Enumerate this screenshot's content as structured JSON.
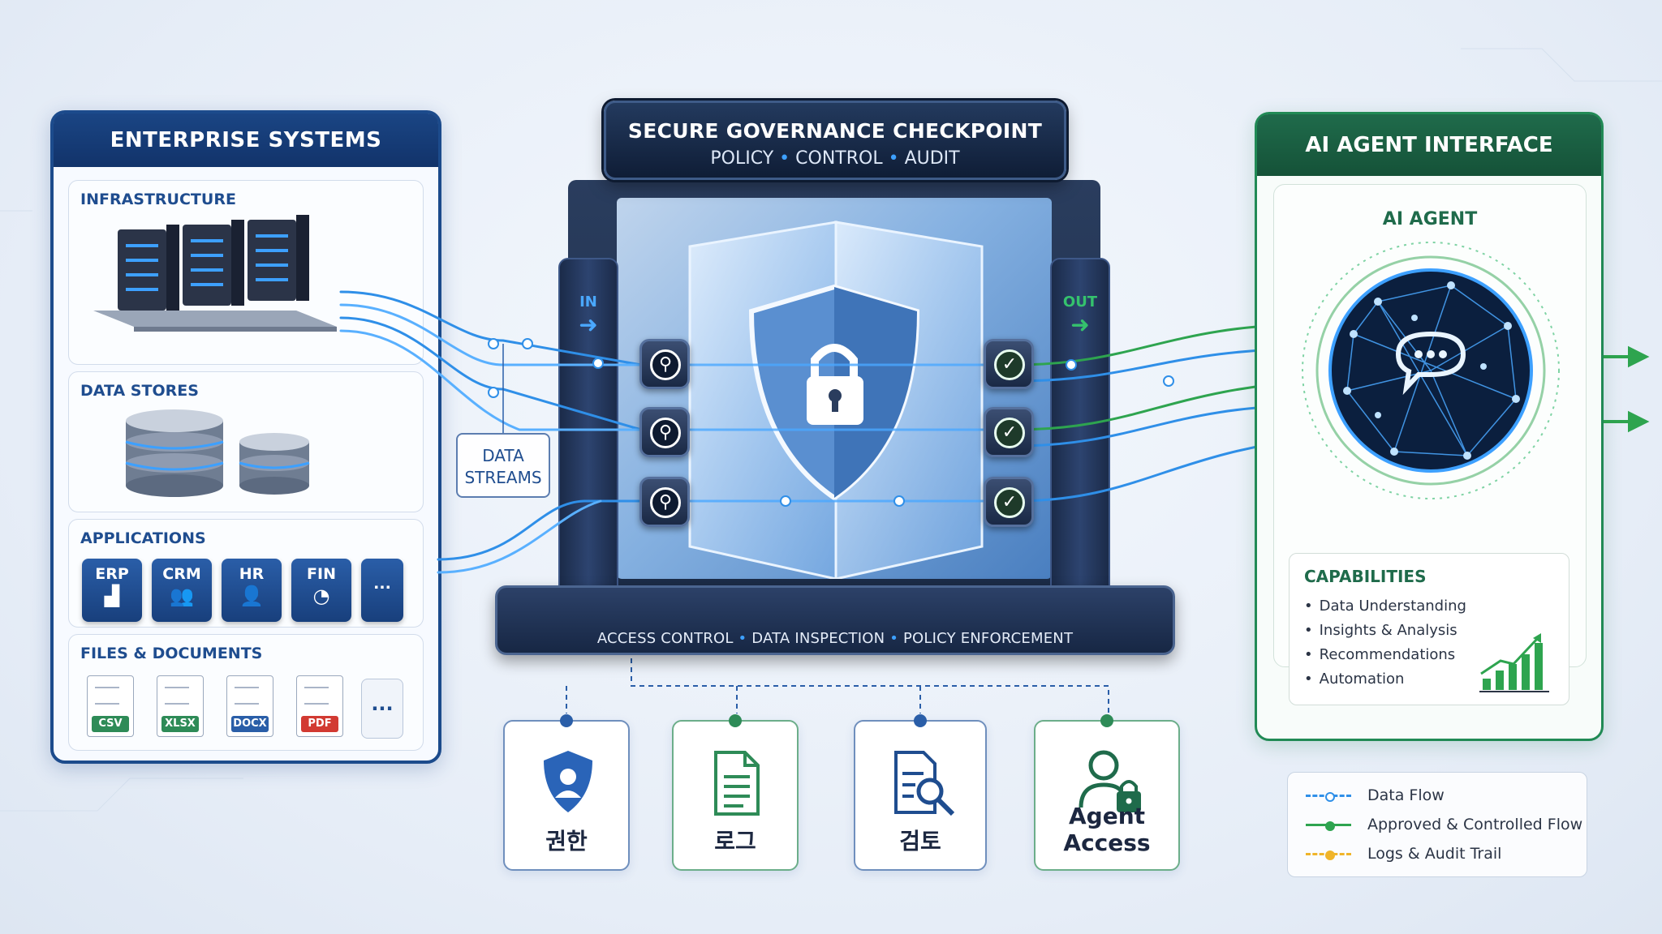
{
  "enterprise": {
    "title": "ENTERPRISE SYSTEMS",
    "infrastructure": "INFRASTRUCTURE",
    "data_stores": "DATA STORES",
    "applications": {
      "title": "APPLICATIONS",
      "items": [
        {
          "label": "ERP",
          "icon": "bar-chart-icon"
        },
        {
          "label": "CRM",
          "icon": "people-icon"
        },
        {
          "label": "HR",
          "icon": "person-icon"
        },
        {
          "label": "FIN",
          "icon": "pie-chart-icon"
        }
      ],
      "more": "..."
    },
    "files": {
      "title": "FILES & DOCUMENTS",
      "items": [
        {
          "label": "CSV",
          "color": "#2e8b57"
        },
        {
          "label": "XLSX",
          "color": "#2e8b57"
        },
        {
          "label": "DOCX",
          "color": "#2a5ea8"
        },
        {
          "label": "PDF",
          "color": "#d23a32"
        }
      ],
      "more": "..."
    }
  },
  "data_streams": {
    "line1": "DATA",
    "line2": "STREAMS"
  },
  "checkpoint": {
    "title": "SECURE GOVERNANCE CHECKPOINT",
    "subtitle": [
      "POLICY",
      "CONTROL",
      "AUDIT"
    ],
    "in_label": "IN",
    "out_label": "OUT",
    "base_items": [
      "ACCESS CONTROL",
      "DATA INSPECTION",
      "POLICY ENFORCEMENT"
    ]
  },
  "categories": [
    {
      "label": "권한",
      "icon": "shield-user-icon"
    },
    {
      "label": "로그",
      "icon": "log-document-icon"
    },
    {
      "label": "검토",
      "icon": "review-search-icon"
    },
    {
      "label": "Agent Access",
      "icon": "user-lock-icon"
    }
  ],
  "agent": {
    "title": "AI AGENT INTERFACE",
    "name": "AI AGENT",
    "capabilities": {
      "title": "CAPABILITIES",
      "items": [
        "Data Understanding",
        "Insights & Analysis",
        "Recommendations",
        "Automation"
      ]
    }
  },
  "legend": [
    {
      "label": "Data Flow",
      "color": "#2f8fe8"
    },
    {
      "label": "Approved & Controlled Flow",
      "color": "#2ea44f"
    },
    {
      "label": "Logs & Audit Trail",
      "color": "#f0b429"
    }
  ],
  "colors": {
    "brand_blue": "#1c4b8c",
    "brand_green": "#218a55",
    "accent": "#3da0ff"
  }
}
